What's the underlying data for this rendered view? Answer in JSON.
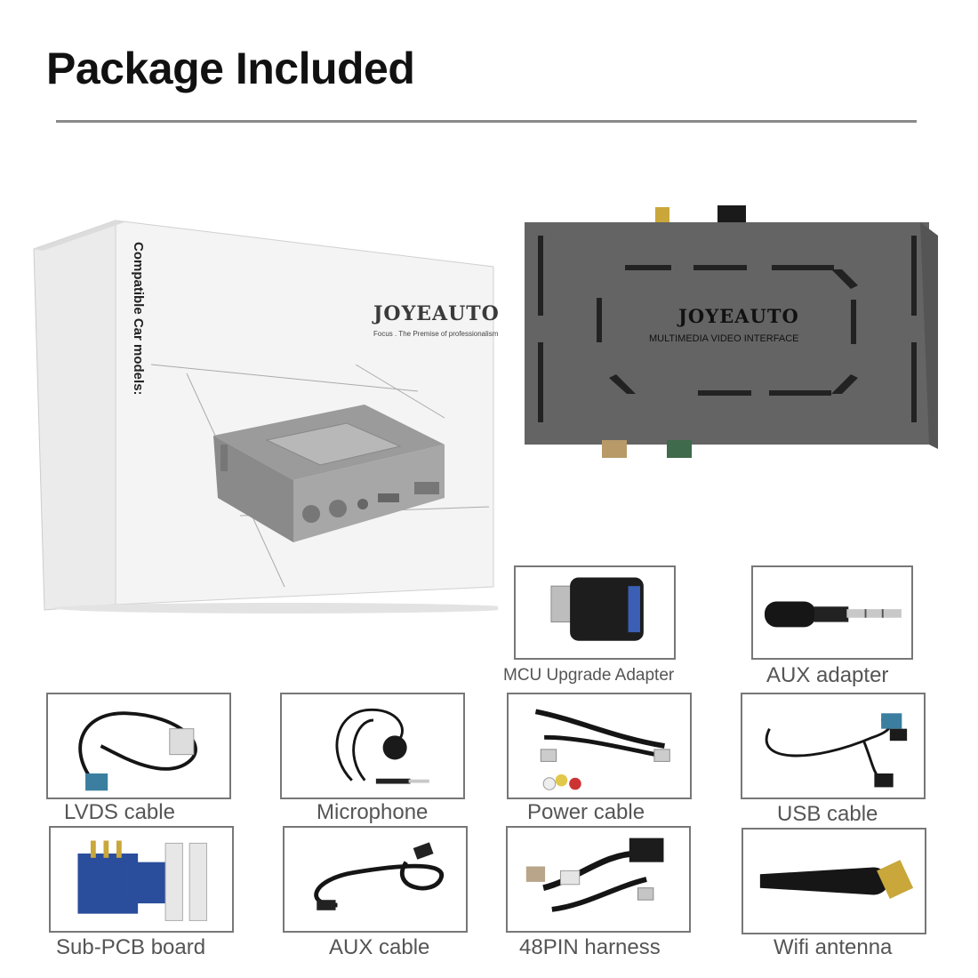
{
  "heading": "Package Included",
  "retail_box": {
    "brand": "JOYEAUTO",
    "tagline": "Focus . The Premise of professionalism",
    "side_text": "Compatible Car models:"
  },
  "device": {
    "brand": "JOYEAUTO",
    "subtitle": "MULTIMEDIA VIDEO INTERFACE"
  },
  "items": [
    {
      "label": "MCU Upgrade Adapter"
    },
    {
      "label": "AUX adapter"
    },
    {
      "label": "LVDS cable"
    },
    {
      "label": "Microphone"
    },
    {
      "label": "Power cable"
    },
    {
      "label": "USB cable"
    },
    {
      "label": "Sub-PCB board"
    },
    {
      "label": "AUX cable"
    },
    {
      "label": "48PIN harness"
    },
    {
      "label": "Wifi antenna"
    }
  ],
  "colors": {
    "text": "#111111",
    "label": "#555555",
    "tile_border": "#777777",
    "device_body": "#646464",
    "box_face": "#f2f2f2"
  }
}
